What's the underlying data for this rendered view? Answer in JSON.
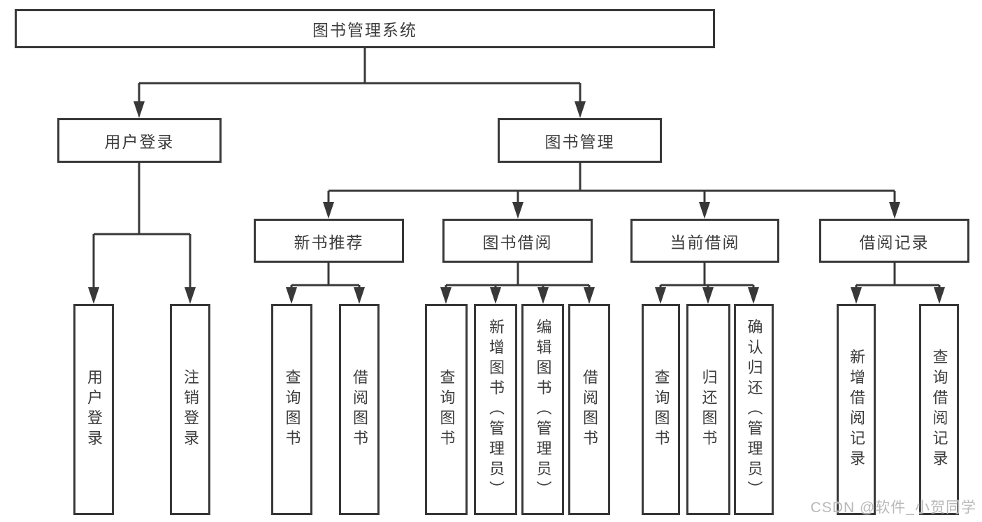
{
  "nodes": {
    "root": "图书管理系统",
    "user_login": "用户登录",
    "book_management": "图书管理",
    "new_book_recommend": "新书推荐",
    "book_borrow": "图书借阅",
    "current_borrow": "当前借阅",
    "borrow_record": "借阅记录"
  },
  "leaves": [
    {
      "label": "用户登录"
    },
    {
      "label": "注销登录"
    },
    {
      "label": "查询图书"
    },
    {
      "label": "借阅图书"
    },
    {
      "label": "查询图书"
    },
    {
      "label": "新增图书（管理员）"
    },
    {
      "label": "编辑图书（管理员）"
    },
    {
      "label": "借阅图书"
    },
    {
      "label": "查询图书"
    },
    {
      "label": "归还图书"
    },
    {
      "label": "确认归还（管理员）"
    },
    {
      "label": "新增借阅记录"
    },
    {
      "label": "查询借阅记录"
    }
  ],
  "watermark": "CSDN @软件_小贺同学",
  "colors": {
    "line": "#383838",
    "text": "#3d3d3d",
    "watermark": "#b9b9b9",
    "background": "#ffffff"
  }
}
